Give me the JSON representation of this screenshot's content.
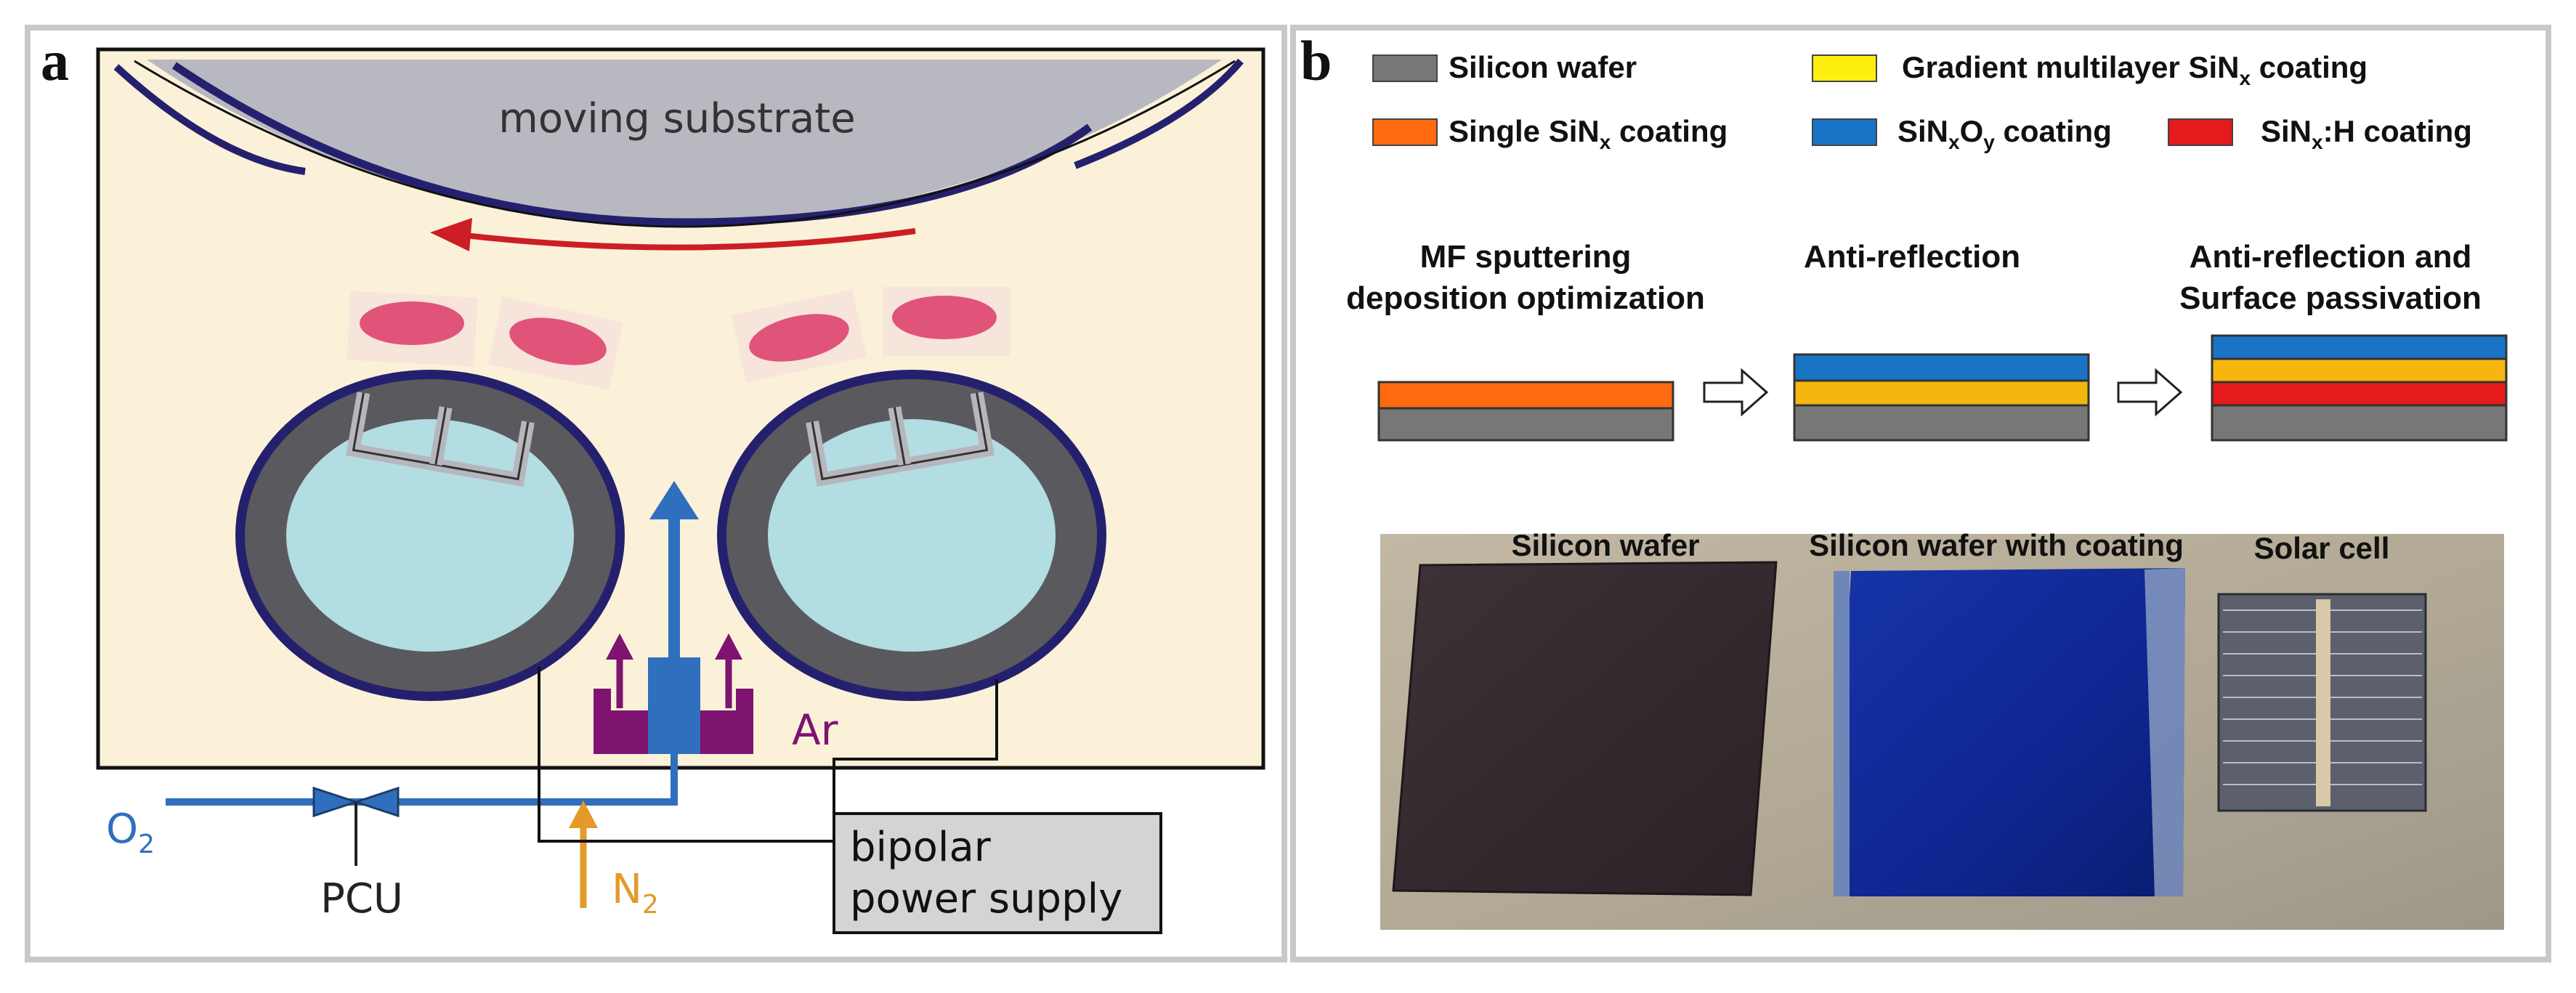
{
  "panel_a": {
    "letter": "a",
    "substrate_label": "moving substrate",
    "o2_label": "O",
    "o2_sub": "2",
    "pcu_label": "PCU",
    "n2_label": "N",
    "n2_sub": "2",
    "ar_label": "Ar",
    "power_line1": "bipolar",
    "power_line2": "power supply",
    "colors": {
      "chamber_bg": "#fbf1d9",
      "substrate": "#b8b8c0",
      "ring_outer": "#25206e",
      "ring_grey": "#5a5a5e",
      "target": "#b2dde2",
      "flow_arrow": "#cc1e24",
      "plasma": "#d8245a",
      "o2_line": "#2f6fbe",
      "ar_gas": "#7e1370",
      "n2_line": "#e39a28",
      "power_box": "#d4d4d4"
    }
  },
  "panel_b": {
    "letter": "b",
    "legend": [
      {
        "prefix": "Silicon wafer",
        "sub": "",
        "suffix": "",
        "color": "#777777"
      },
      {
        "prefix": "Gradient multilayer SiN",
        "sub": "x",
        "suffix": " coating",
        "color": "#ffef10"
      },
      {
        "prefix": "Single SiN",
        "sub": "x",
        "suffix": " coating",
        "color": "#ff6a10"
      },
      {
        "prefix": "SiN",
        "sub": "x",
        "mid": "O",
        "sub2": "y",
        "suffix": " coating",
        "color": "#1a74c6"
      },
      {
        "prefix": "SiN",
        "sub": "x",
        "suffix": ":H coating",
        "color": "#e51a1a"
      }
    ],
    "steps": [
      {
        "line1": "MF sputtering",
        "line2": "deposition optimization"
      },
      {
        "line1": "Anti-reflection",
        "line2": ""
      },
      {
        "line1": "Anti-reflection and",
        "line2": "Surface passivation"
      }
    ],
    "photo_labels": [
      "Silicon wafer",
      "Silicon wafer with coating",
      "Solar cell"
    ]
  }
}
